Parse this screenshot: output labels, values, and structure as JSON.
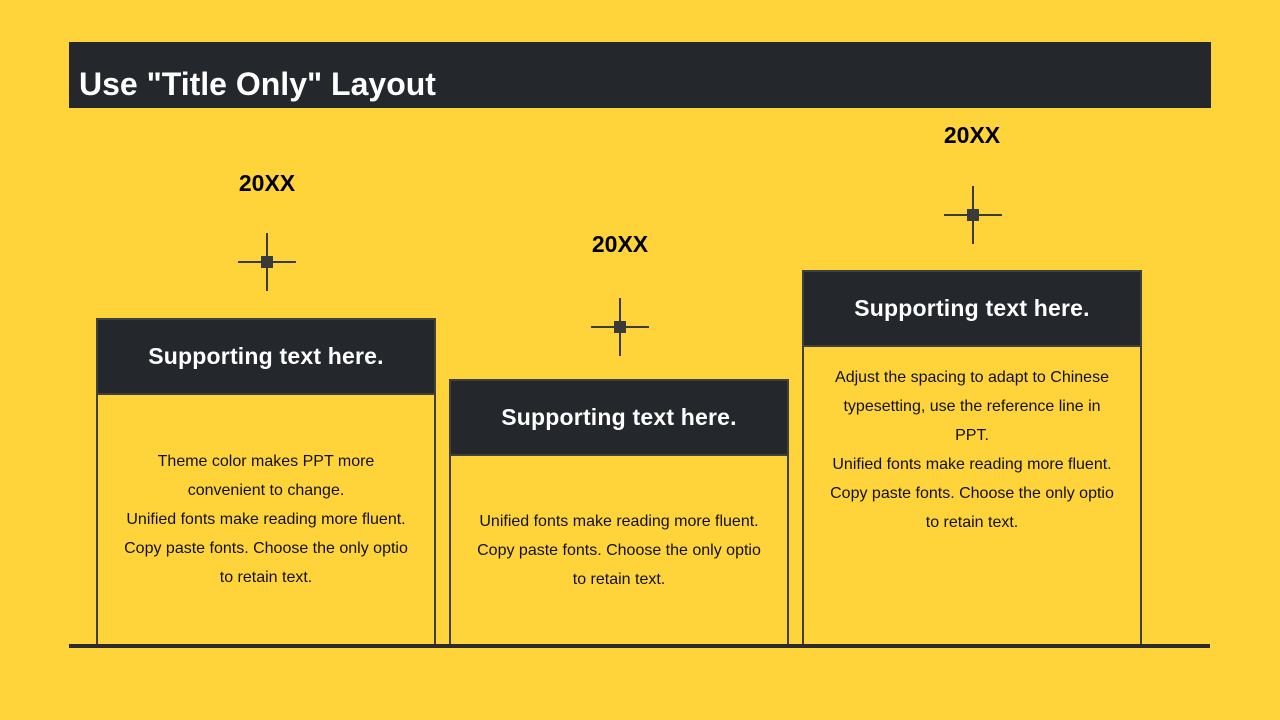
{
  "slide": {
    "title": "Use \"Title Only\" Layout"
  },
  "columns": [
    {
      "year": "20XX",
      "header": "Supporting text here.",
      "lines": [
        "Theme color makes PPT more",
        "convenient to change.",
        "Unified fonts make reading more fluent.",
        "Copy paste fonts. Choose the only optio",
        "to retain text."
      ]
    },
    {
      "year": "20XX",
      "header": "Supporting text here.",
      "lines": [
        "Unified fonts make reading more fluent.",
        "Copy paste fonts. Choose the only optio",
        "to retain text."
      ]
    },
    {
      "year": "20XX",
      "header": "Supporting text here.",
      "lines": [
        "Adjust the spacing to adapt to Chinese",
        "typesetting, use the reference line in",
        "PPT.",
        "Unified fonts make reading more fluent.",
        "Copy paste fonts. Choose the only optio",
        "to retain text."
      ]
    }
  ],
  "colors": {
    "background": "#FFD43B",
    "dark": "#24272B",
    "border": "#404040"
  },
  "icons": {
    "marker": "crosshair-icon"
  }
}
